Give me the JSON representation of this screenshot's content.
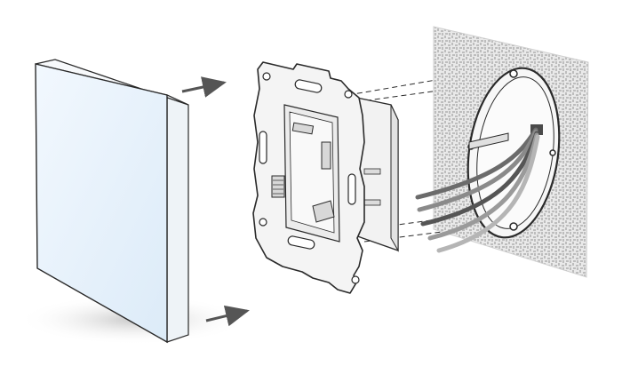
{
  "diagram": {
    "kind": "exploded-assembly",
    "steps": [
      "switch-cover-panel",
      "mounting-frame-with-insert",
      "wall-box-with-wires"
    ],
    "colors": {
      "outline": "#2a2a2a",
      "cover_face": "#dcebf8",
      "cover_face_light": "#f2f8fe",
      "cover_edge": "#eef3f7",
      "frame_fill": "#f4f4f4",
      "insert_fill": "#ececec",
      "wall_fill": "#e9e9e9",
      "wall_pattern": "#bdbdbd",
      "box_fill": "#f7f7f7",
      "arrow": "#555555",
      "shadow": "#cfcfcf"
    },
    "wires": [
      {
        "color": "#6b6b6b"
      },
      {
        "color": "#8a8a8a"
      },
      {
        "color": "#555555"
      },
      {
        "color": "#9a9a9a"
      },
      {
        "color": "#b5b5b5"
      }
    ],
    "icons": [
      "arrow-right-icon",
      "arrow-right-icon"
    ]
  }
}
